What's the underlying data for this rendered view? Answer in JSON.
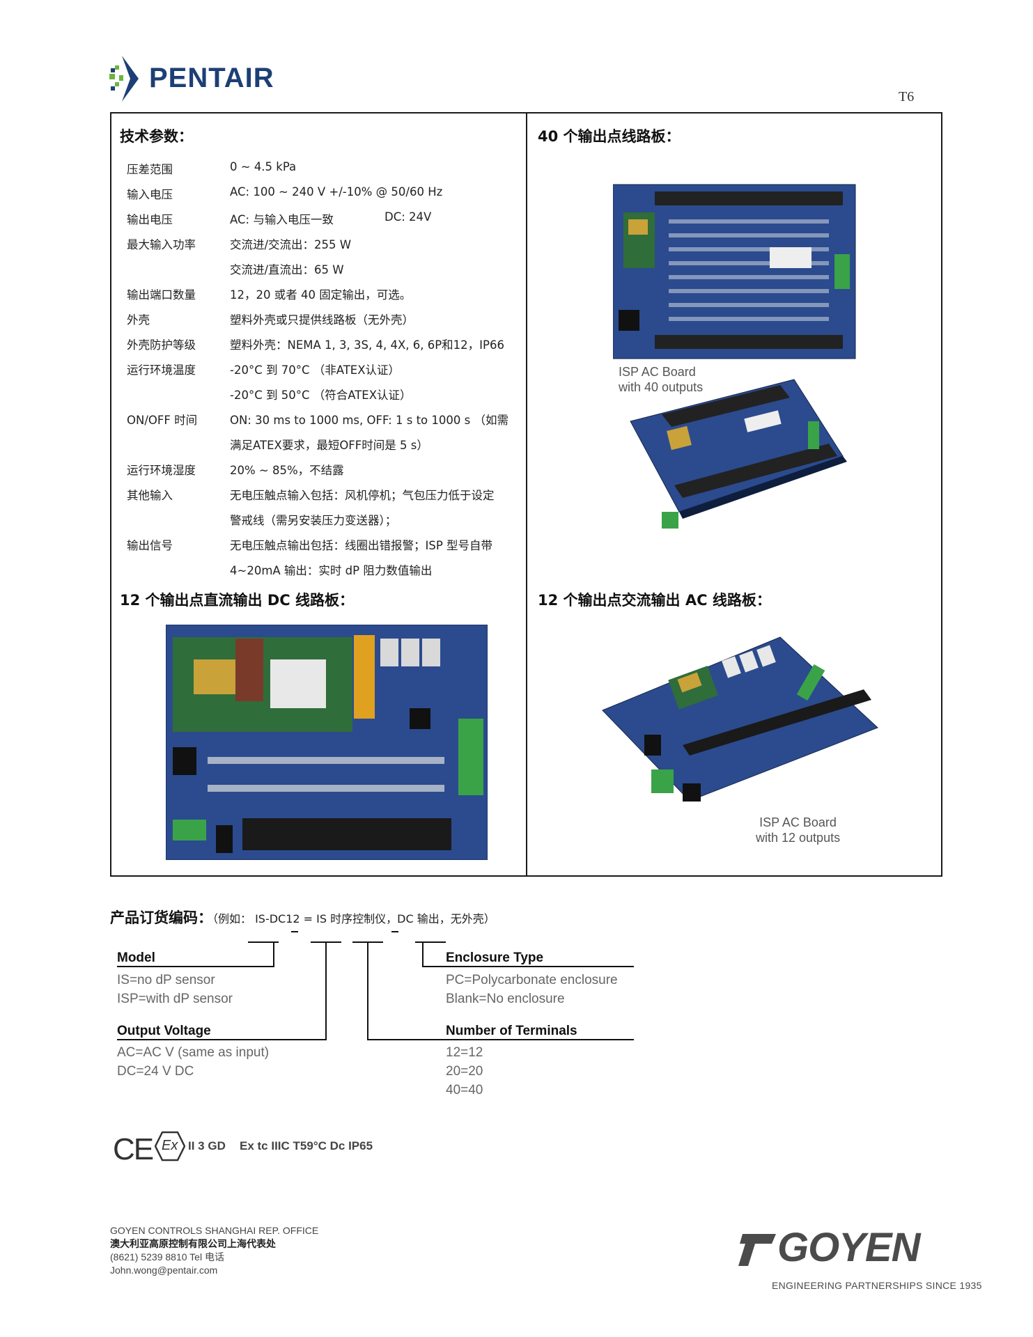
{
  "header": {
    "brand": "PENTAIR",
    "page_no": "T6"
  },
  "specs": {
    "title": "技术参数：",
    "rows": [
      {
        "label": "压差范围",
        "value": "0  ~  4.5 kPa",
        "value2": ""
      },
      {
        "label": "输入电压",
        "value": "AC: 100 ~ 240 V +/-10% @ 50/60 Hz",
        "value2": ""
      },
      {
        "label": "输出电压",
        "value": "AC: 与输入电压一致",
        "value2": "DC: 24V"
      },
      {
        "label": "最大输入功率",
        "value": " 交流进/交流出：255 W",
        "value2": ""
      },
      {
        "label": "",
        "value": " 交流进/直流出：65 W",
        "value2": ""
      },
      {
        "label": "输出端口数量",
        "value": "12，20 或者 40 固定输出，可选。",
        "value2": ""
      },
      {
        "label": "外壳",
        "value": "塑料外壳或只提供线路板（无外壳）",
        "value2": ""
      },
      {
        "label": "外壳防护等级",
        "value": "塑料外壳：NEMA 1, 3, 3S, 4, 4X, 6, 6P和12，IP66",
        "value2": ""
      },
      {
        "label": "运行环境温度",
        "value": "  -20°C  到  70°C  （非ATEX认证）",
        "value2": ""
      },
      {
        "label": "",
        "value": "  -20°C  到  50°C  （符合ATEX认证）",
        "value2": ""
      },
      {
        "label": "ON/OFF 时间",
        "value": "ON: 30 ms to 1000 ms, OFF: 1 s to 1000 s  （如需",
        "value2": ""
      },
      {
        "label": "",
        "value": "满足ATEX要求，最短OFF时间是  5 s）",
        "value2": ""
      },
      {
        "label": "运行环境湿度",
        "value": "  20% ~ 85%，不结露",
        "value2": ""
      },
      {
        "label": "其他输入",
        "value": "无电压触点输入包括：风机停机；气包压力低于设定",
        "value2": ""
      },
      {
        "label": "",
        "value": "警戒线（需另安装压力变送器）；",
        "value2": ""
      },
      {
        "label": "输出信号",
        "value": "无电压触点输出包括：线圈出错报警；ISP 型号自带",
        "value2": ""
      },
      {
        "label": "",
        "value": "4~20mA 输出：实时 dP 阻力数值输出",
        "value2": ""
      }
    ]
  },
  "board40": {
    "title": "40 个输出点线路板：",
    "caption_line1": "ISP AC Board",
    "caption_line2": "with 40 outputs"
  },
  "board12dc": {
    "title": "12 个输出点直流输出 DC 线路板："
  },
  "board12ac": {
    "title": "12 个输出点交流输出 AC 线路板：",
    "caption_line1": "ISP AC Board",
    "caption_line2": "with 12 outputs"
  },
  "ordering": {
    "title": "产品订货编码：",
    "example": "（例如：  IS-DC12 = IS 时序控制仪，DC 输出，无外壳）",
    "model": {
      "head": "Model",
      "items": [
        "IS=no dP sensor",
        "ISP=with dP sensor"
      ]
    },
    "voltage": {
      "head": "Output Voltage",
      "items": [
        "AC=AC V (same as input)",
        "DC=24 V DC"
      ]
    },
    "enclosure": {
      "head": "Enclosure Type",
      "items": [
        "PC=Polycarbonate enclosure",
        "Blank=No enclosure"
      ]
    },
    "terminals": {
      "head": "Number of Terminals",
      "items": [
        "12=12",
        "20=20",
        "40=40"
      ]
    }
  },
  "cert": {
    "ce": "CE",
    "ex": "Ex",
    "group": "II 3 GD",
    "marking": "Ex tc IIIC T59°C Dc IP65"
  },
  "footer": {
    "office": "GOYEN CONTROLS SHANGHAI REP. OFFICE",
    "company_cn": "澳大利亚高原控制有限公司上海代表处",
    "tel": "(8621) 5239 8810 Tel 电话",
    "email": "John.wong@pentair.com",
    "goyen": "GOYEN",
    "tagline": "ENGINEERING PARTNERSHIPS SINCE 1935"
  },
  "colors": {
    "pentair_blue": "#1d3f75",
    "pentair_green": "#6cb33f",
    "pcb_blue": "#2b4b8e",
    "goyen_grey": "#4b4b4b"
  }
}
